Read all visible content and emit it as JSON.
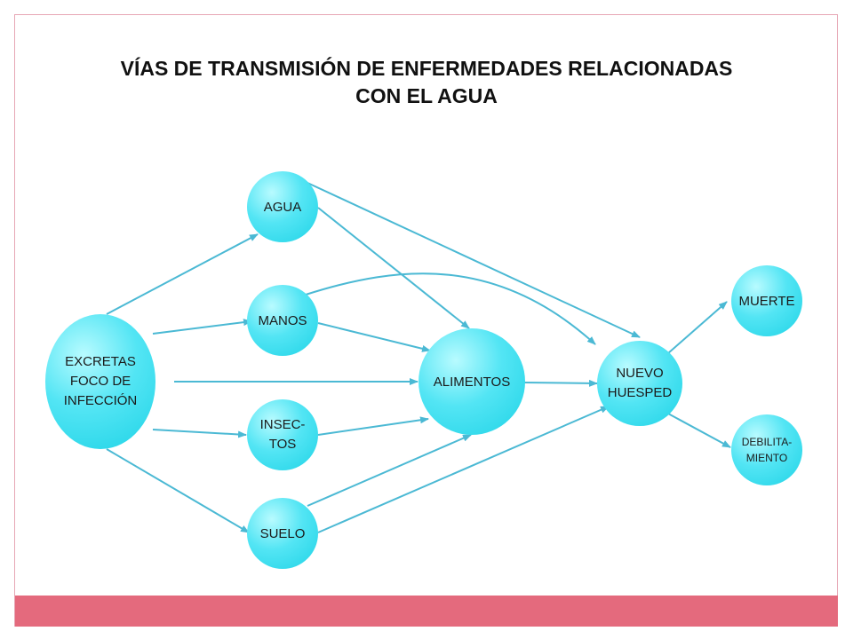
{
  "title": {
    "line1": "VÍAS DE TRANSMISIÓN DE ENFERMEDADES RELACIONADAS",
    "line2": "CON EL AGUA"
  },
  "nodes": {
    "excretas": {
      "line1": "EXCRETAS",
      "line2": "FOCO DE",
      "line3": "INFECCIÓN"
    },
    "agua": {
      "label": "AGUA"
    },
    "manos": {
      "label": "MANOS"
    },
    "insectos": {
      "line1": "INSEC-",
      "line2": "TOS"
    },
    "suelo": {
      "label": "SUELO"
    },
    "alimentos": {
      "label": "ALIMENTOS"
    },
    "nuevo_huesped": {
      "line1": "NUEVO",
      "line2": "HUESPED"
    },
    "muerte": {
      "label": "MUERTE"
    },
    "debilitamiento": {
      "line1": "DEBILITA-",
      "line2": "MIENTO"
    }
  },
  "colors": {
    "node_fill": "#3ddff0",
    "arrow": "#4bb9d4",
    "footer": "#e46a7d",
    "frame": "#e7a7b5"
  },
  "edges": [
    {
      "from": "EXCRETAS",
      "to": "AGUA"
    },
    {
      "from": "EXCRETAS",
      "to": "MANOS"
    },
    {
      "from": "EXCRETAS",
      "to": "ALIMENTOS"
    },
    {
      "from": "EXCRETAS",
      "to": "INSEC-TOS"
    },
    {
      "from": "EXCRETAS",
      "to": "SUELO"
    },
    {
      "from": "AGUA",
      "to": "ALIMENTOS"
    },
    {
      "from": "AGUA",
      "to": "NUEVO HUESPED"
    },
    {
      "from": "MANOS",
      "to": "ALIMENTOS"
    },
    {
      "from": "MANOS",
      "to": "NUEVO HUESPED"
    },
    {
      "from": "INSEC-TOS",
      "to": "ALIMENTOS"
    },
    {
      "from": "SUELO",
      "to": "ALIMENTOS"
    },
    {
      "from": "SUELO",
      "to": "NUEVO HUESPED"
    },
    {
      "from": "ALIMENTOS",
      "to": "NUEVO HUESPED"
    },
    {
      "from": "NUEVO HUESPED",
      "to": "MUERTE"
    },
    {
      "from": "NUEVO HUESPED",
      "to": "DEBILITA-MIENTO"
    }
  ]
}
